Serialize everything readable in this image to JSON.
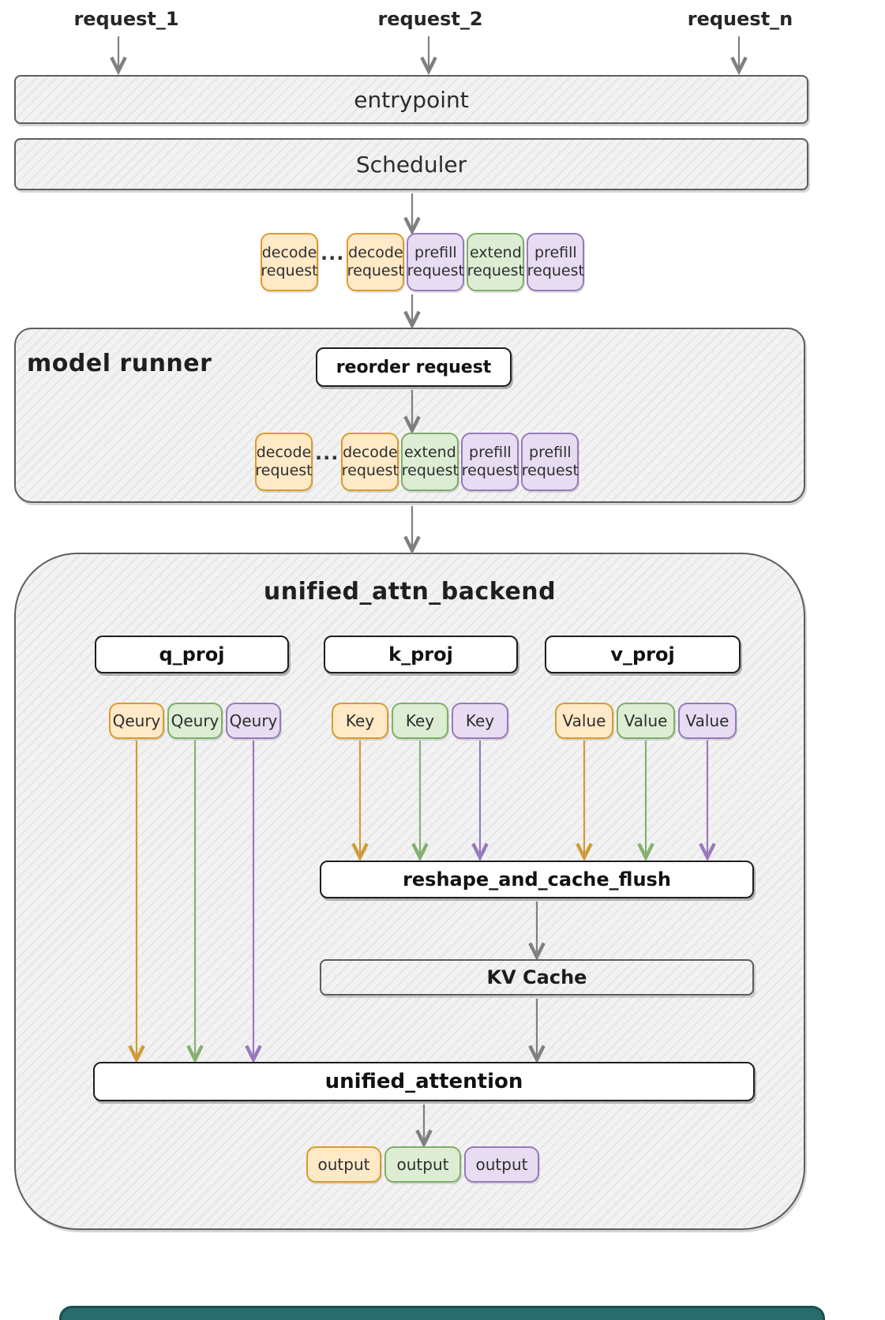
{
  "colors": {
    "orange_fill": "#ffe9c6",
    "orange_border": "#d99b2f",
    "green_fill": "#dcedd4",
    "green_border": "#7fae69",
    "purple_fill": "#e7dcf2",
    "purple_border": "#9879bd",
    "container_fill": "#f2f2f2",
    "container_border": "#5d5d5d",
    "arrow_gray": "#7f7f7f",
    "bottom_bar": "#2a6b6b"
  },
  "top_requests": [
    {
      "label": "request_1"
    },
    {
      "label": "request_2"
    },
    {
      "label": "request_n"
    }
  ],
  "entrypoint": {
    "label": "entrypoint"
  },
  "scheduler": {
    "label": "Scheduler"
  },
  "queue_before": {
    "ellipsis": "...",
    "chips": [
      {
        "text": "decode\nrequest",
        "type": "orange"
      },
      {
        "text": "decode\nrequest",
        "type": "orange"
      },
      {
        "text": "prefill\nrequest",
        "type": "purple"
      },
      {
        "text": "extend\nrequest",
        "type": "green"
      },
      {
        "text": "prefill\nrequest",
        "type": "purple"
      }
    ]
  },
  "model_runner": {
    "title": "model runner",
    "reorder_box": "reorder request",
    "queue_after": {
      "ellipsis": "...",
      "chips": [
        {
          "text": "decode\nrequest",
          "type": "orange"
        },
        {
          "text": "decode\nrequest",
          "type": "orange"
        },
        {
          "text": "extend\nrequest",
          "type": "green"
        },
        {
          "text": "prefill\nrequest",
          "type": "purple"
        },
        {
          "text": "prefill\nrequest",
          "type": "purple"
        }
      ]
    }
  },
  "backend": {
    "title": "unified_attn_backend",
    "q_proj": "q_proj",
    "k_proj": "k_proj",
    "v_proj": "v_proj",
    "query_chips": [
      {
        "text": "Qeury",
        "type": "orange"
      },
      {
        "text": "Qeury",
        "type": "green"
      },
      {
        "text": "Qeury",
        "type": "purple"
      }
    ],
    "key_chips": [
      {
        "text": "Key",
        "type": "orange"
      },
      {
        "text": "Key",
        "type": "green"
      },
      {
        "text": "Key",
        "type": "purple"
      }
    ],
    "value_chips": [
      {
        "text": "Value",
        "type": "orange"
      },
      {
        "text": "Value",
        "type": "green"
      },
      {
        "text": "Value",
        "type": "purple"
      }
    ],
    "reshape_box": "reshape_and_cache_flush",
    "kv_cache_box": "KV Cache",
    "attention_box": "unified_attention",
    "outputs": [
      {
        "text": "output",
        "type": "orange"
      },
      {
        "text": "output",
        "type": "green"
      },
      {
        "text": "output",
        "type": "purple"
      }
    ]
  }
}
